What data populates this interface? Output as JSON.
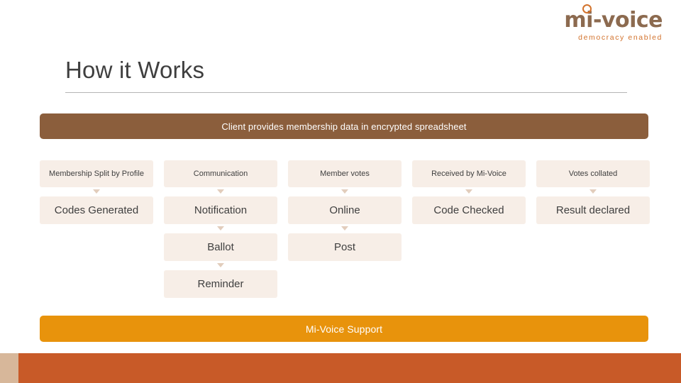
{
  "logo": {
    "name": "mi-voice",
    "tagline": "democracy enabled"
  },
  "slide": {
    "title": "How it Works",
    "top_banner": "Client provides membership data in encrypted spreadsheet",
    "bottom_banner": "Mi-Voice Support"
  },
  "colors": {
    "banner_top": "#8b5e3c",
    "banner_bottom": "#e8930c",
    "box_fill": "#f7eee7",
    "accent_orange": "#c85a28",
    "logo_brown": "#8c6a4f"
  },
  "columns": [
    {
      "header": "Membership Split by Profile",
      "steps": [
        "Codes Generated"
      ]
    },
    {
      "header": "Communication",
      "steps": [
        "Notification",
        "Ballot",
        "Reminder"
      ]
    },
    {
      "header": "Member votes",
      "steps": [
        "Online",
        "Post"
      ]
    },
    {
      "header": "Received by Mi-Voice",
      "steps": [
        "Code Checked"
      ]
    },
    {
      "header": "Votes collated",
      "steps": [
        "Result declared"
      ]
    }
  ]
}
